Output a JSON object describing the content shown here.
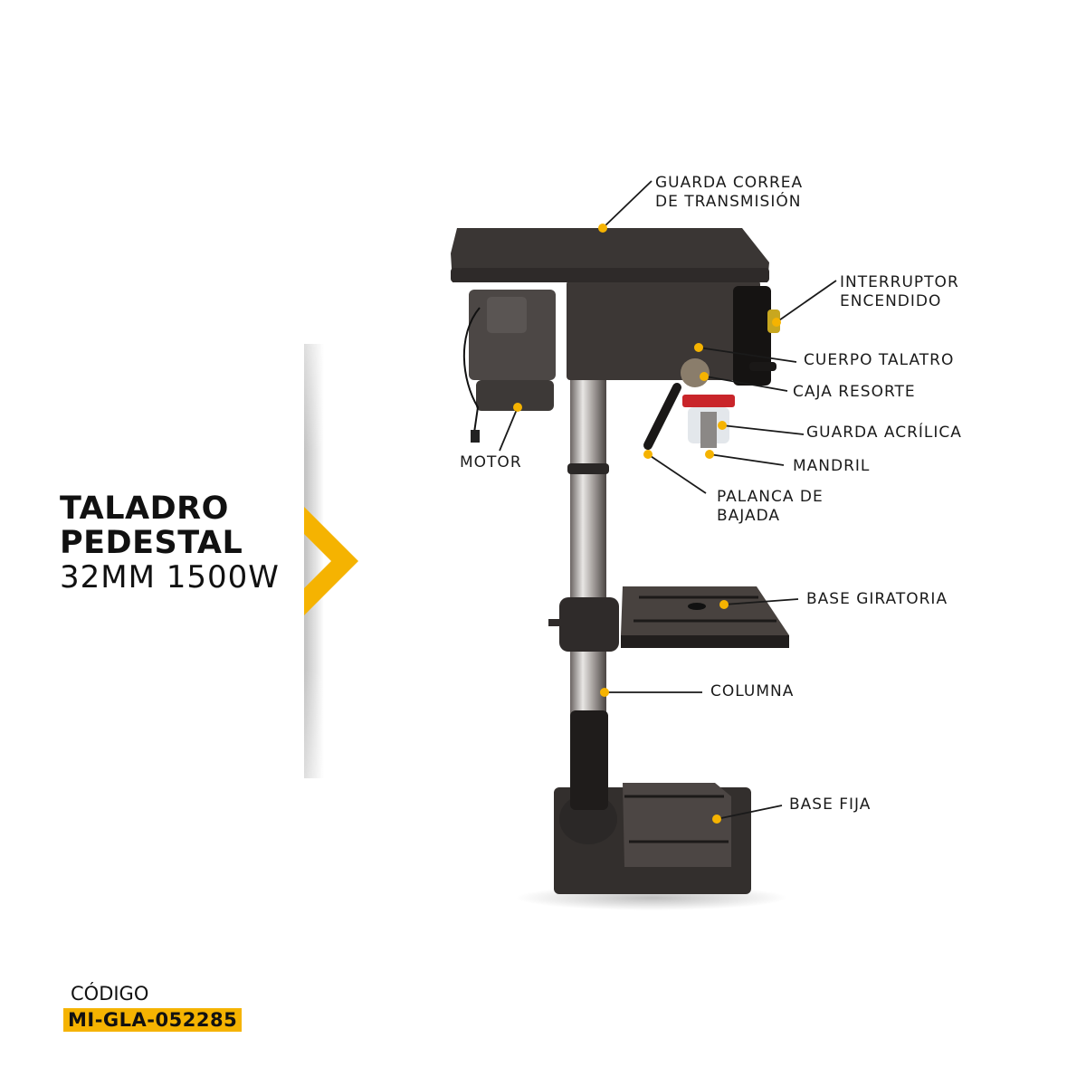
{
  "product": {
    "title_line1": "TALADRO",
    "title_line2": "PEDESTAL",
    "title_line3": "32MM 1500W"
  },
  "code": {
    "label": "CÓDIGO",
    "value": "MI-GLA-052285"
  },
  "colors": {
    "accent": "#f5b301",
    "machine": "#3a3634",
    "text": "#111111"
  },
  "callouts": [
    {
      "id": "guarda-correa",
      "text": "GUARDA CORREA\nDE TRANSMISIÓN"
    },
    {
      "id": "interruptor",
      "text": "INTERRUPTOR\nENCENDIDO"
    },
    {
      "id": "cuerpo",
      "text": "CUERPO TALATRO"
    },
    {
      "id": "caja-resorte",
      "text": "CAJA RESORTE"
    },
    {
      "id": "guarda-acrilica",
      "text": "GUARDA ACRÍLICA"
    },
    {
      "id": "mandril",
      "text": "MANDRIL"
    },
    {
      "id": "palanca",
      "text": "PALANCA DE\nBAJADA"
    },
    {
      "id": "motor",
      "text": "MOTOR"
    },
    {
      "id": "base-giratoria",
      "text": "BASE GIRATORIA"
    },
    {
      "id": "columna",
      "text": "COLUMNA"
    },
    {
      "id": "base-fija",
      "text": "BASE FIJA"
    }
  ]
}
